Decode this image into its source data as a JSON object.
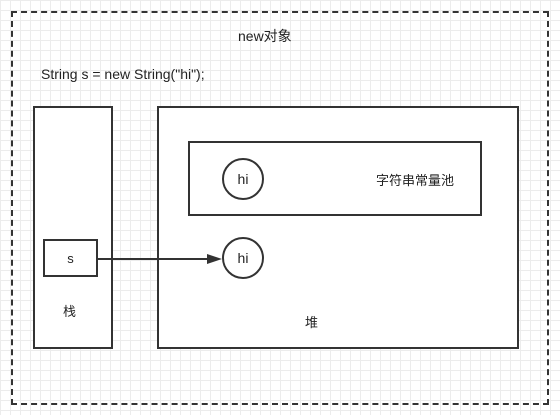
{
  "title": "new对象",
  "code": "String s = new String(\"hi\");",
  "stack": {
    "label": "栈",
    "variable": "s"
  },
  "heap": {
    "label": "堆",
    "object": "hi",
    "string_pool": {
      "label": "字符串常量池",
      "literal": "hi"
    }
  },
  "colors": {
    "stroke": "#333333",
    "background": "#ffffff",
    "grid": "#ececec"
  }
}
